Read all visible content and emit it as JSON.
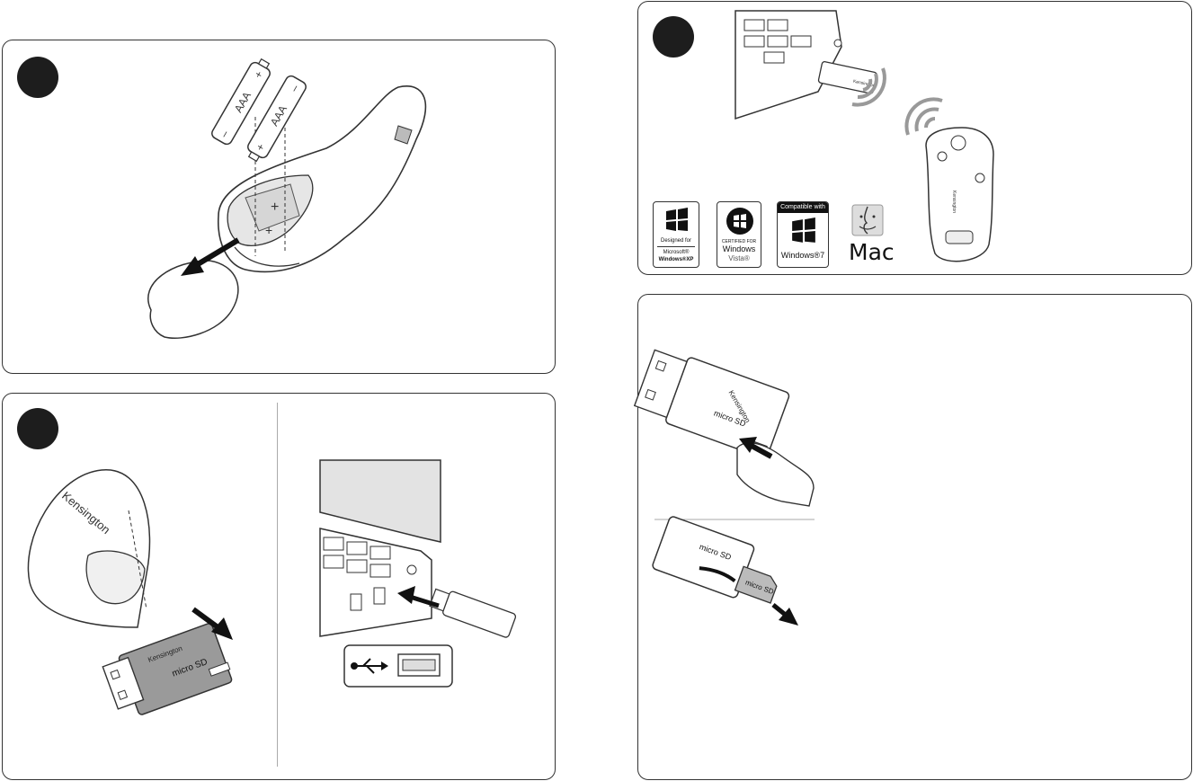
{
  "panel1": {
    "battery_label": "AAA",
    "plus": "+",
    "minus": "–"
  },
  "panel2": {
    "brand": "Kensington",
    "brand_small": "Kensington",
    "micro_sd": "micro SD"
  },
  "panel3": {
    "logos": {
      "xp": {
        "line1": "Designed for",
        "line2": "Microsoft®",
        "line3": "Windows®XP"
      },
      "vista": {
        "line1": "CERTIFIED FOR",
        "line2": "Windows",
        "line3": "Vista®"
      },
      "win7": {
        "header": "Compatible with",
        "footer": "Windows®7"
      },
      "mac": {
        "label": "Mac"
      }
    },
    "receiver_brand": "Kensington",
    "presenter_brand": "Kensington"
  },
  "panel4": {
    "brand": "Kensington",
    "micro_sd": "micro SD"
  },
  "colors": {
    "badge": "#1d1d1d",
    "line": "#333333",
    "gray_light": "#e6e6e6",
    "gray_mid": "#9a9a9a"
  },
  "icons": [
    "battery-icon",
    "remote-icon",
    "usb-receiver-icon",
    "laptop-icon",
    "usb-symbol-icon",
    "wireless-waves-icon",
    "windows-logo-icon",
    "mac-finder-icon",
    "microsd-card-icon",
    "arrow-icon"
  ]
}
